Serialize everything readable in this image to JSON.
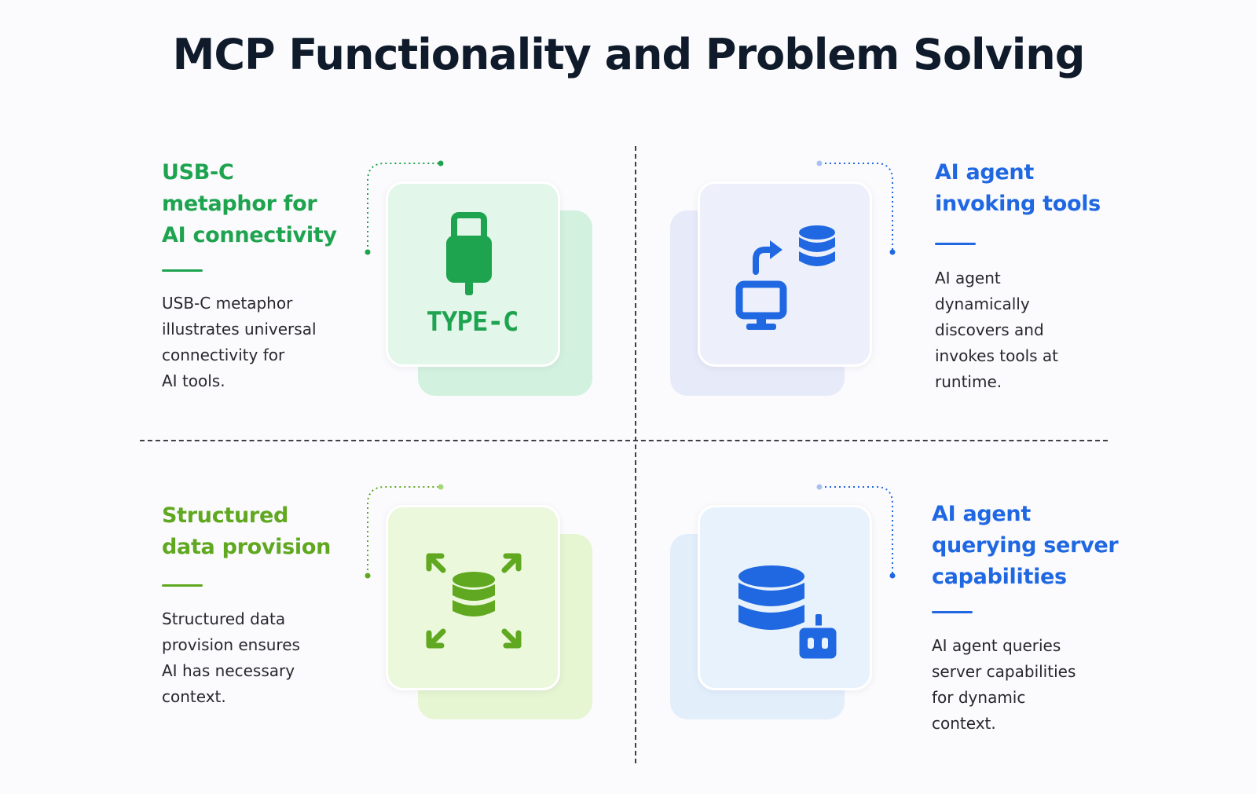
{
  "title": "MCP Functionality and Problem Solving",
  "colors": {
    "green": "#1ea34f",
    "lime": "#5fa81f",
    "blue": "#2068e2",
    "divider": "#3f3f45"
  },
  "quadrants": [
    {
      "heading_lines": [
        "USB-C",
        "metaphor for",
        "AI connectivity"
      ],
      "desc_lines": [
        "USB-C metaphor",
        "illustrates universal",
        "connectivity for",
        "AI tools."
      ],
      "icon": "usb-c-plug-icon",
      "icon_label": "TYPE-C"
    },
    {
      "heading_lines": [
        "AI agent",
        "invoking tools"
      ],
      "desc_lines": [
        "AI agent",
        "dynamically",
        "discovers and",
        "invokes tools at",
        "runtime."
      ],
      "icon": "computer-database-icon"
    },
    {
      "heading_lines": [
        "Structured",
        "data provision"
      ],
      "desc_lines": [
        "Structured data",
        "provision ensures",
        "AI has necessary",
        "context."
      ],
      "icon": "database-expand-icon"
    },
    {
      "heading_lines": [
        "AI agent",
        "querying server",
        "capabilities"
      ],
      "desc_lines": [
        "AI agent queries",
        "server capabilities",
        "for dynamic",
        "context."
      ],
      "icon": "database-robot-icon"
    }
  ]
}
